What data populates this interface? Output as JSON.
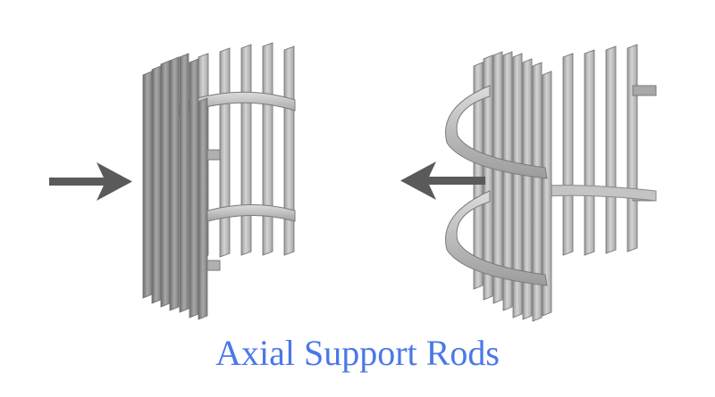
{
  "caption": {
    "text": "Axial Support Rods",
    "color": "#4a78e8"
  },
  "colors": {
    "rod_light": "#d6d6d6",
    "rod_mid": "#bdbdbd",
    "rod_dark": "#8a8a8a",
    "rod_edge": "#6f6f6f",
    "arrow": "#5a5a5a"
  },
  "figures": [
    {
      "name": "rod-cage-arrow-inward",
      "arrow_direction": "right",
      "arrow_icon": "arrow-right-icon"
    },
    {
      "name": "rod-cage-arrow-outward",
      "arrow_direction": "left",
      "arrow_icon": "arrow-left-icon"
    }
  ]
}
